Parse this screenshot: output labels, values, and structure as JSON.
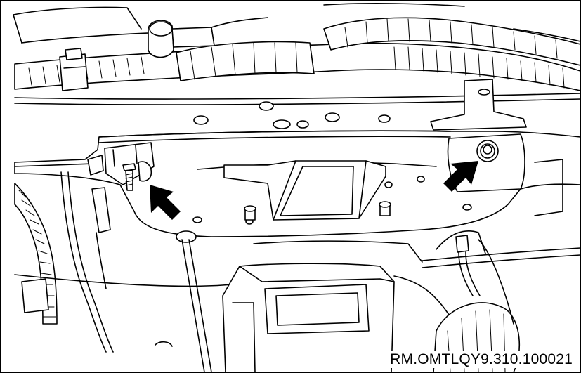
{
  "figure": {
    "reference_code": "RM.OMTLQY9.310.100021",
    "colors": {
      "ink": "#000000",
      "paper": "#ffffff"
    },
    "callouts": [
      {
        "name": "left-bolt-arrow",
        "points_to": "bolt"
      },
      {
        "name": "right-nut-arrow",
        "points_to": "nut"
      }
    ]
  }
}
